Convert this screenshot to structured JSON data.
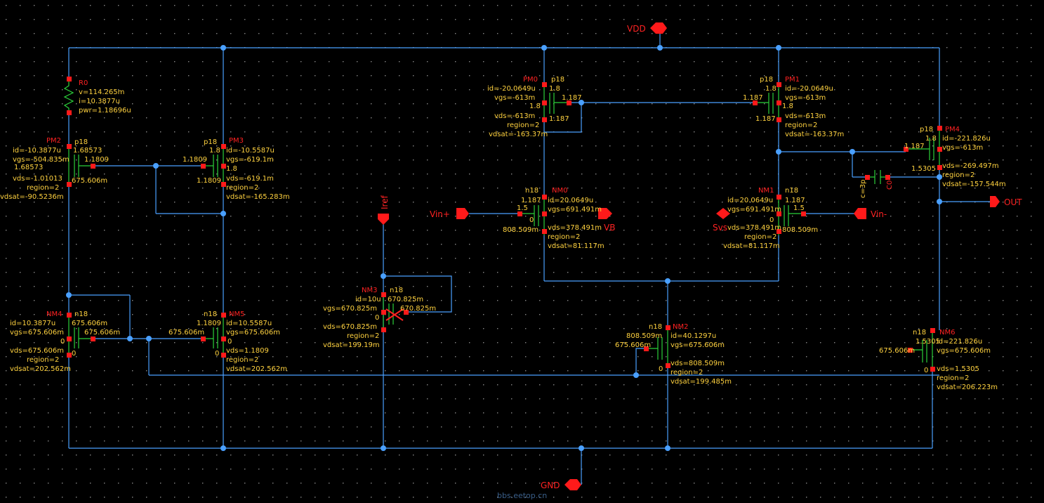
{
  "colors": {
    "background": "#000000",
    "wire": "#4aa0ff",
    "device": "#2bd13a",
    "terminal": "#ff1a1a",
    "annotation": "#ffd23f",
    "instance": "#ff2222"
  },
  "pins": {
    "vdd": "VDD",
    "gnd": "GND",
    "vinp": "Vin+",
    "vinn": "Vin-",
    "out": "OUT",
    "iref": "Iref",
    "vb": "VB",
    "vs": "Svs"
  },
  "devices": [
    {
      "name": "R0",
      "lines": [
        "v=114.265m",
        "i=10.3877u",
        "pwr=1.18696u"
      ]
    },
    {
      "name": "PM2",
      "model": "p18",
      "lines": [
        "id=-10.3877u",
        "vgs=-504.835m",
        "vds=-1.01013",
        "region=2",
        "vdsat=-90.5236m"
      ],
      "nodes": [
        "1.68573",
        "1.68573",
        "1.1809",
        "675.606m"
      ]
    },
    {
      "name": "PM3",
      "model": "p18",
      "lines": [
        "id=-10.5587u",
        "vgs=-619.1m",
        "vds=-619.1m",
        "region=2",
        "vdsat=-165.283m"
      ],
      "nodes": [
        "1.8",
        "1.1809",
        "1.8",
        "1.1809"
      ]
    },
    {
      "name": "PM0",
      "model": "p18",
      "lines": [
        "id=-20.0649u",
        "vgs=-613m",
        "vds=-613m",
        "region=2",
        "vdsat=-163.37m"
      ],
      "nodes": [
        "1.8",
        "1.187",
        "1.8",
        "1.187"
      ]
    },
    {
      "name": "PM1",
      "model": "p18",
      "lines": [
        "id=-20.0649u",
        "vgs=-613m",
        "vds=-613m",
        "region=2",
        "vdsat=-163.37m"
      ],
      "nodes": [
        "1.8",
        "1.187",
        "1.8",
        "1.187"
      ]
    },
    {
      "name": "PM4",
      "model": "p18",
      "lines": [
        "id=-221.826u",
        "vgs=-613m",
        "vds=-269.497m",
        "region=2",
        "vdsat=-157.544m"
      ],
      "nodes": [
        "1.8",
        "1.187",
        "1.5305"
      ]
    },
    {
      "name": "NM0",
      "model": "n18",
      "lines": [
        "id=20.0649u",
        "vgs=691.491m",
        "vds=378.491m",
        "region=2",
        "vdsat=81.117m"
      ],
      "nodes": [
        "1.187",
        "1.5",
        "0",
        "808.509m"
      ]
    },
    {
      "name": "NM1",
      "model": "n18",
      "lines": [
        "id=20.0649u",
        "vgs=691.491m",
        "vds=378.491m",
        "region=2",
        "vdsat=81.117m"
      ],
      "nodes": [
        "1.187",
        "1.5",
        "0",
        "808.509m"
      ]
    },
    {
      "name": "NM3",
      "model": "n18",
      "lines": [
        "id=10u",
        "vgs=670.825m",
        "vds=670.825m",
        "region=2",
        "vdsat=199.19m"
      ],
      "nodes": [
        "670.825m",
        "670.825m",
        "0"
      ]
    },
    {
      "name": "NM4",
      "model": "n18",
      "lines": [
        "id=10.3877u",
        "vgs=675.606m",
        "vds=675.606m",
        "region=2",
        "vdsat=202.562m"
      ],
      "nodes": [
        "675.606m",
        "675.606m",
        "0",
        "0"
      ]
    },
    {
      "name": "NM5",
      "model": "n18",
      "lines": [
        "id=10.5587u",
        "vgs=675.606m",
        "vds=1.1809",
        "region=2",
        "vdsat=202.562m"
      ],
      "nodes": [
        "1.1809",
        "675.606m",
        "0",
        "0"
      ]
    },
    {
      "name": "NM2",
      "model": "n18",
      "lines": [
        "id=40.1297u",
        "vgs=675.606m",
        "vds=808.509m",
        "region=2",
        "vdsat=199.485m"
      ],
      "nodes": [
        "808.509m",
        "675.606m",
        "0"
      ]
    },
    {
      "name": "NM6",
      "model": "n18",
      "lines": [
        "id=221.826u",
        "vgs=675.606m",
        "vds=1.5305",
        "region=2",
        "vdsat=206.223m"
      ],
      "nodes": [
        "1.5305",
        "675.606m",
        "0"
      ]
    }
  ],
  "capacitor": {
    "name": "C0",
    "value": "c=3p"
  },
  "watermark": "bbs.eetop.cn"
}
